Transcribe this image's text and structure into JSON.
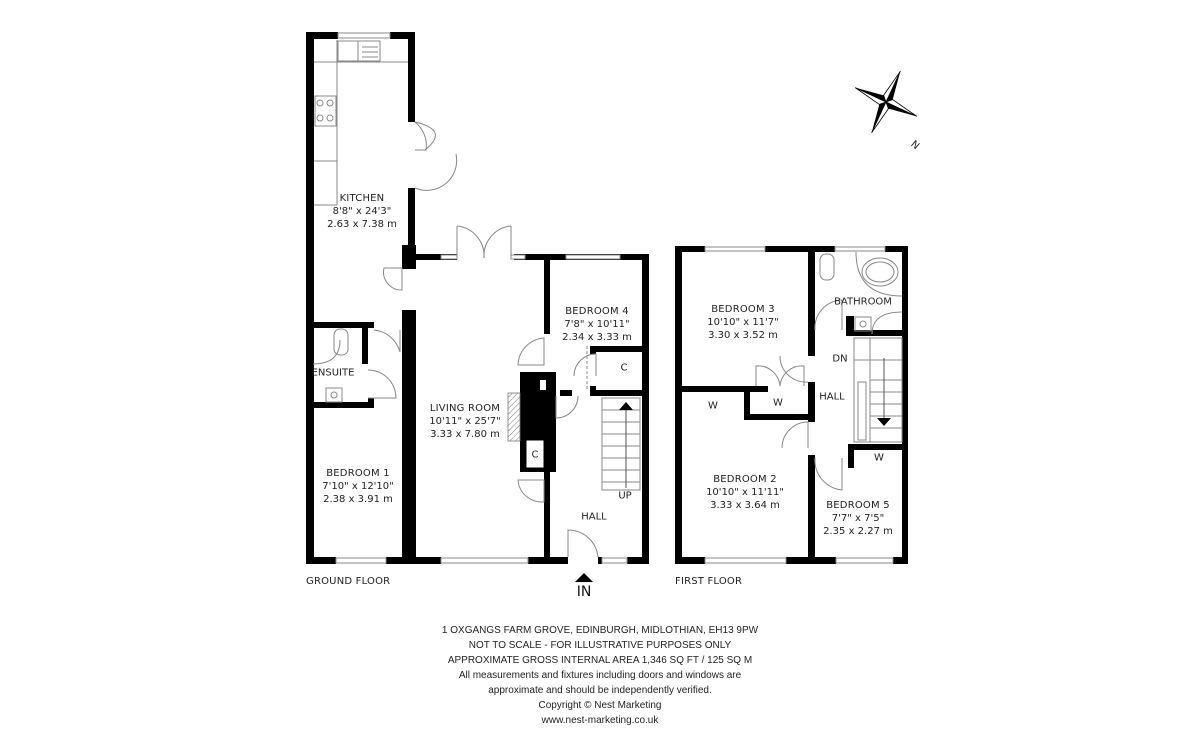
{
  "floors": {
    "ground": {
      "title": "GROUND FLOOR",
      "rooms": {
        "kitchen": {
          "name": "KITCHEN",
          "imperial": "8'8\" x 24'3\"",
          "metric": "2.63 x 7.38 m"
        },
        "living_room": {
          "name": "LIVING ROOM",
          "imperial": "10'11\" x 25'7\"",
          "metric": "3.33 x 7.80 m"
        },
        "bedroom_4": {
          "name": "BEDROOM 4",
          "imperial": "7'8\" x 10'11\"",
          "metric": "2.34 x 3.33 m"
        },
        "bedroom_1": {
          "name": "BEDROOM 1",
          "imperial": "7'10\" x 12'10\"",
          "metric": "2.38 x 3.91 m"
        },
        "ensuite": {
          "name": "ENSUITE"
        },
        "hall": {
          "name": "HALL"
        }
      },
      "markers": {
        "cupboard_1": "C",
        "cupboard_2": "C",
        "stairs_up": "UP",
        "entrance": "IN"
      }
    },
    "first": {
      "title": "FIRST FLOOR",
      "rooms": {
        "bedroom_3": {
          "name": "BEDROOM 3",
          "imperial": "10'10\" x 11'7\"",
          "metric": "3.30 x 3.52 m"
        },
        "bathroom": {
          "name": "BATHROOM"
        },
        "bedroom_2": {
          "name": "BEDROOM 2",
          "imperial": "10'10\" x 11'11\"",
          "metric": "3.33 x 3.64 m"
        },
        "bedroom_5": {
          "name": "BEDROOM 5",
          "imperial": "7'7\" x 7'5\"",
          "metric": "2.35 x 2.27 m"
        },
        "hall": {
          "name": "HALL"
        }
      },
      "markers": {
        "wardrobe_1": "W",
        "wardrobe_2": "W",
        "wardrobe_3": "W",
        "stairs_down": "DN"
      }
    }
  },
  "compass": {
    "north_label": "N"
  },
  "footer": {
    "address": "1 OXGANGS FARM GROVE, EDINBURGH, MIDLOTHIAN, EH13 9PW",
    "scale_note": "NOT TO SCALE - FOR ILLUSTRATIVE PURPOSES ONLY",
    "area": "APPROXIMATE GROSS INTERNAL AREA  1,346 SQ FT / 125 SQ M",
    "disclaimer_1": "All measurements and fixtures including doors and windows are",
    "disclaimer_2": "approximate and should be independently verified.",
    "copyright": "Copyright © Nest Marketing",
    "website": "www.nest-marketing.co.uk"
  }
}
